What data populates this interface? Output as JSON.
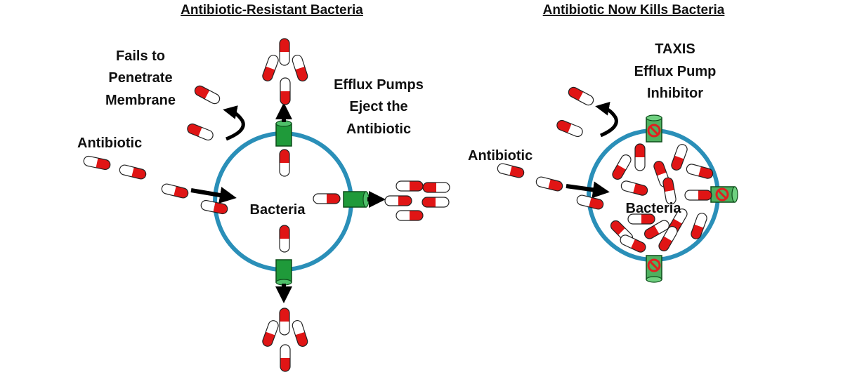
{
  "left_panel": {
    "title": "Antibiotic-Resistant Bacteria",
    "fails_label": [
      "Fails to",
      "Penetrate",
      "Membrane"
    ],
    "efflux_label": [
      "Efflux Pumps",
      "Eject the",
      "Antibiotic"
    ],
    "antibiotic_label": "Antibiotic",
    "bacteria_label": "Bacteria"
  },
  "right_panel": {
    "title": "Antibiotic Now Kills Bacteria",
    "inhibitor_label": [
      "TAXIS",
      "Efflux Pump",
      "Inhibitor"
    ],
    "antibiotic_label": "Antibiotic",
    "bacteria_label": "Bacteria"
  },
  "colors": {
    "membrane": "#2a8fb8",
    "pump": "#1f9a3a",
    "pump_light": "#4fc06a",
    "capsule_red": "#e01515",
    "inhibitor_red": "#e02020",
    "arrow": "#000000"
  },
  "icons": {
    "capsule": "antibiotic-capsule-icon",
    "pump": "efflux-pump-icon",
    "inhibitor": "no-symbol-icon"
  }
}
